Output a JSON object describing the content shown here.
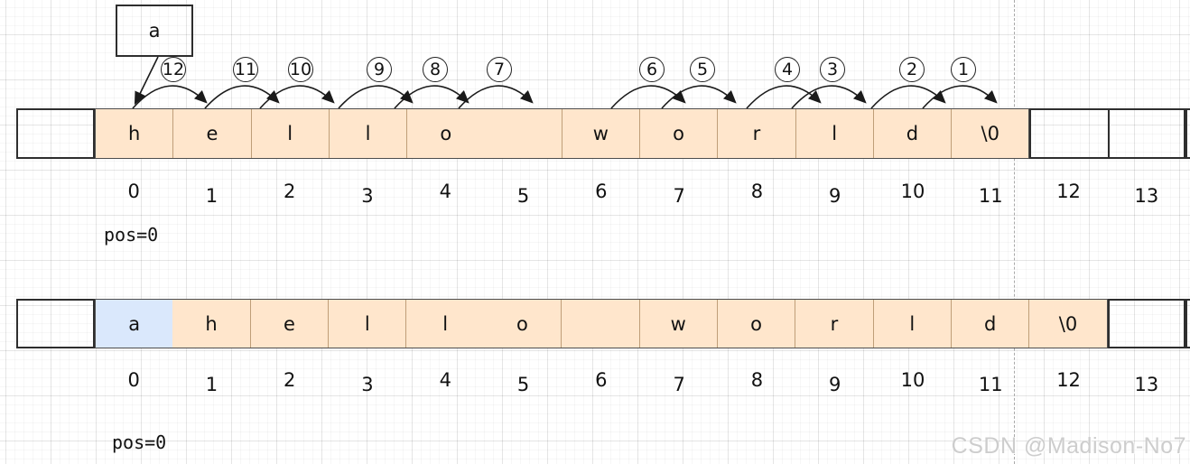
{
  "insert_box": {
    "label": "a"
  },
  "top_array": {
    "cells": [
      {
        "char": "h",
        "fill": "orange"
      },
      {
        "char": "e",
        "fill": "orange"
      },
      {
        "char": "l",
        "fill": "orange"
      },
      {
        "char": "l",
        "fill": "orange"
      },
      {
        "char": "o",
        "fill": "orange",
        "merge_right": true
      },
      {
        "char": "",
        "fill": "orange"
      },
      {
        "char": "w",
        "fill": "orange"
      },
      {
        "char": "o",
        "fill": "orange"
      },
      {
        "char": "r",
        "fill": "orange"
      },
      {
        "char": "l",
        "fill": "orange"
      },
      {
        "char": "d",
        "fill": "orange"
      },
      {
        "char": "\\0",
        "fill": "orange"
      },
      {
        "char": "",
        "fill": "white"
      },
      {
        "char": "",
        "fill": "white"
      }
    ],
    "indices": [
      "0",
      "1",
      "2",
      "3",
      "4",
      "5",
      "6",
      "7",
      "8",
      "9",
      "10",
      "11",
      "12",
      "13"
    ],
    "pos_label": "pos=0"
  },
  "bottom_array": {
    "cells": [
      {
        "char": "a",
        "fill": "blue",
        "merge_right": true
      },
      {
        "char": "h",
        "fill": "orange"
      },
      {
        "char": "e",
        "fill": "orange"
      },
      {
        "char": "l",
        "fill": "orange"
      },
      {
        "char": "l",
        "fill": "orange",
        "merge_right": true
      },
      {
        "char": "o",
        "fill": "orange"
      },
      {
        "char": "",
        "fill": "orange"
      },
      {
        "char": "w",
        "fill": "orange"
      },
      {
        "char": "o",
        "fill": "orange"
      },
      {
        "char": "r",
        "fill": "orange"
      },
      {
        "char": "l",
        "fill": "orange"
      },
      {
        "char": "d",
        "fill": "orange"
      },
      {
        "char": "\\0",
        "fill": "orange"
      },
      {
        "char": "",
        "fill": "white"
      }
    ],
    "indices": [
      "0",
      "1",
      "2",
      "3",
      "4",
      "5",
      "6",
      "7",
      "8",
      "9",
      "10",
      "11",
      "12",
      "13"
    ],
    "pos_label": "pos=0"
  },
  "shift_arrows": [
    {
      "label": "12",
      "from": 0,
      "to": 1
    },
    {
      "label": "11",
      "from": 1,
      "to": 2
    },
    {
      "label": "10",
      "from": 2,
      "to": 3
    },
    {
      "label": "9",
      "from": 3,
      "to": 4
    },
    {
      "label": "8",
      "from": 4,
      "to": 5
    },
    {
      "label": "7",
      "from": 5,
      "to": 6
    },
    {
      "label": "6",
      "from": 6,
      "to": 7
    },
    {
      "label": "5",
      "from": 7,
      "to": 8
    },
    {
      "label": "4",
      "from": 8,
      "to": 9
    },
    {
      "label": "3",
      "from": 9,
      "to": 10
    },
    {
      "label": "2",
      "from": 10,
      "to": 11
    },
    {
      "label": "1",
      "from": 11,
      "to": 12
    }
  ],
  "watermark": "CSDN @Madison-No7",
  "colors": {
    "cell_orange": "#ffe6cc",
    "cell_blue": "#dae8fc",
    "cell_divider": "#bf9e78",
    "box_stroke": "#2e2e2e",
    "arrow_stroke": "#1a1a1a",
    "watermark_gray": "#cdcdcd"
  }
}
